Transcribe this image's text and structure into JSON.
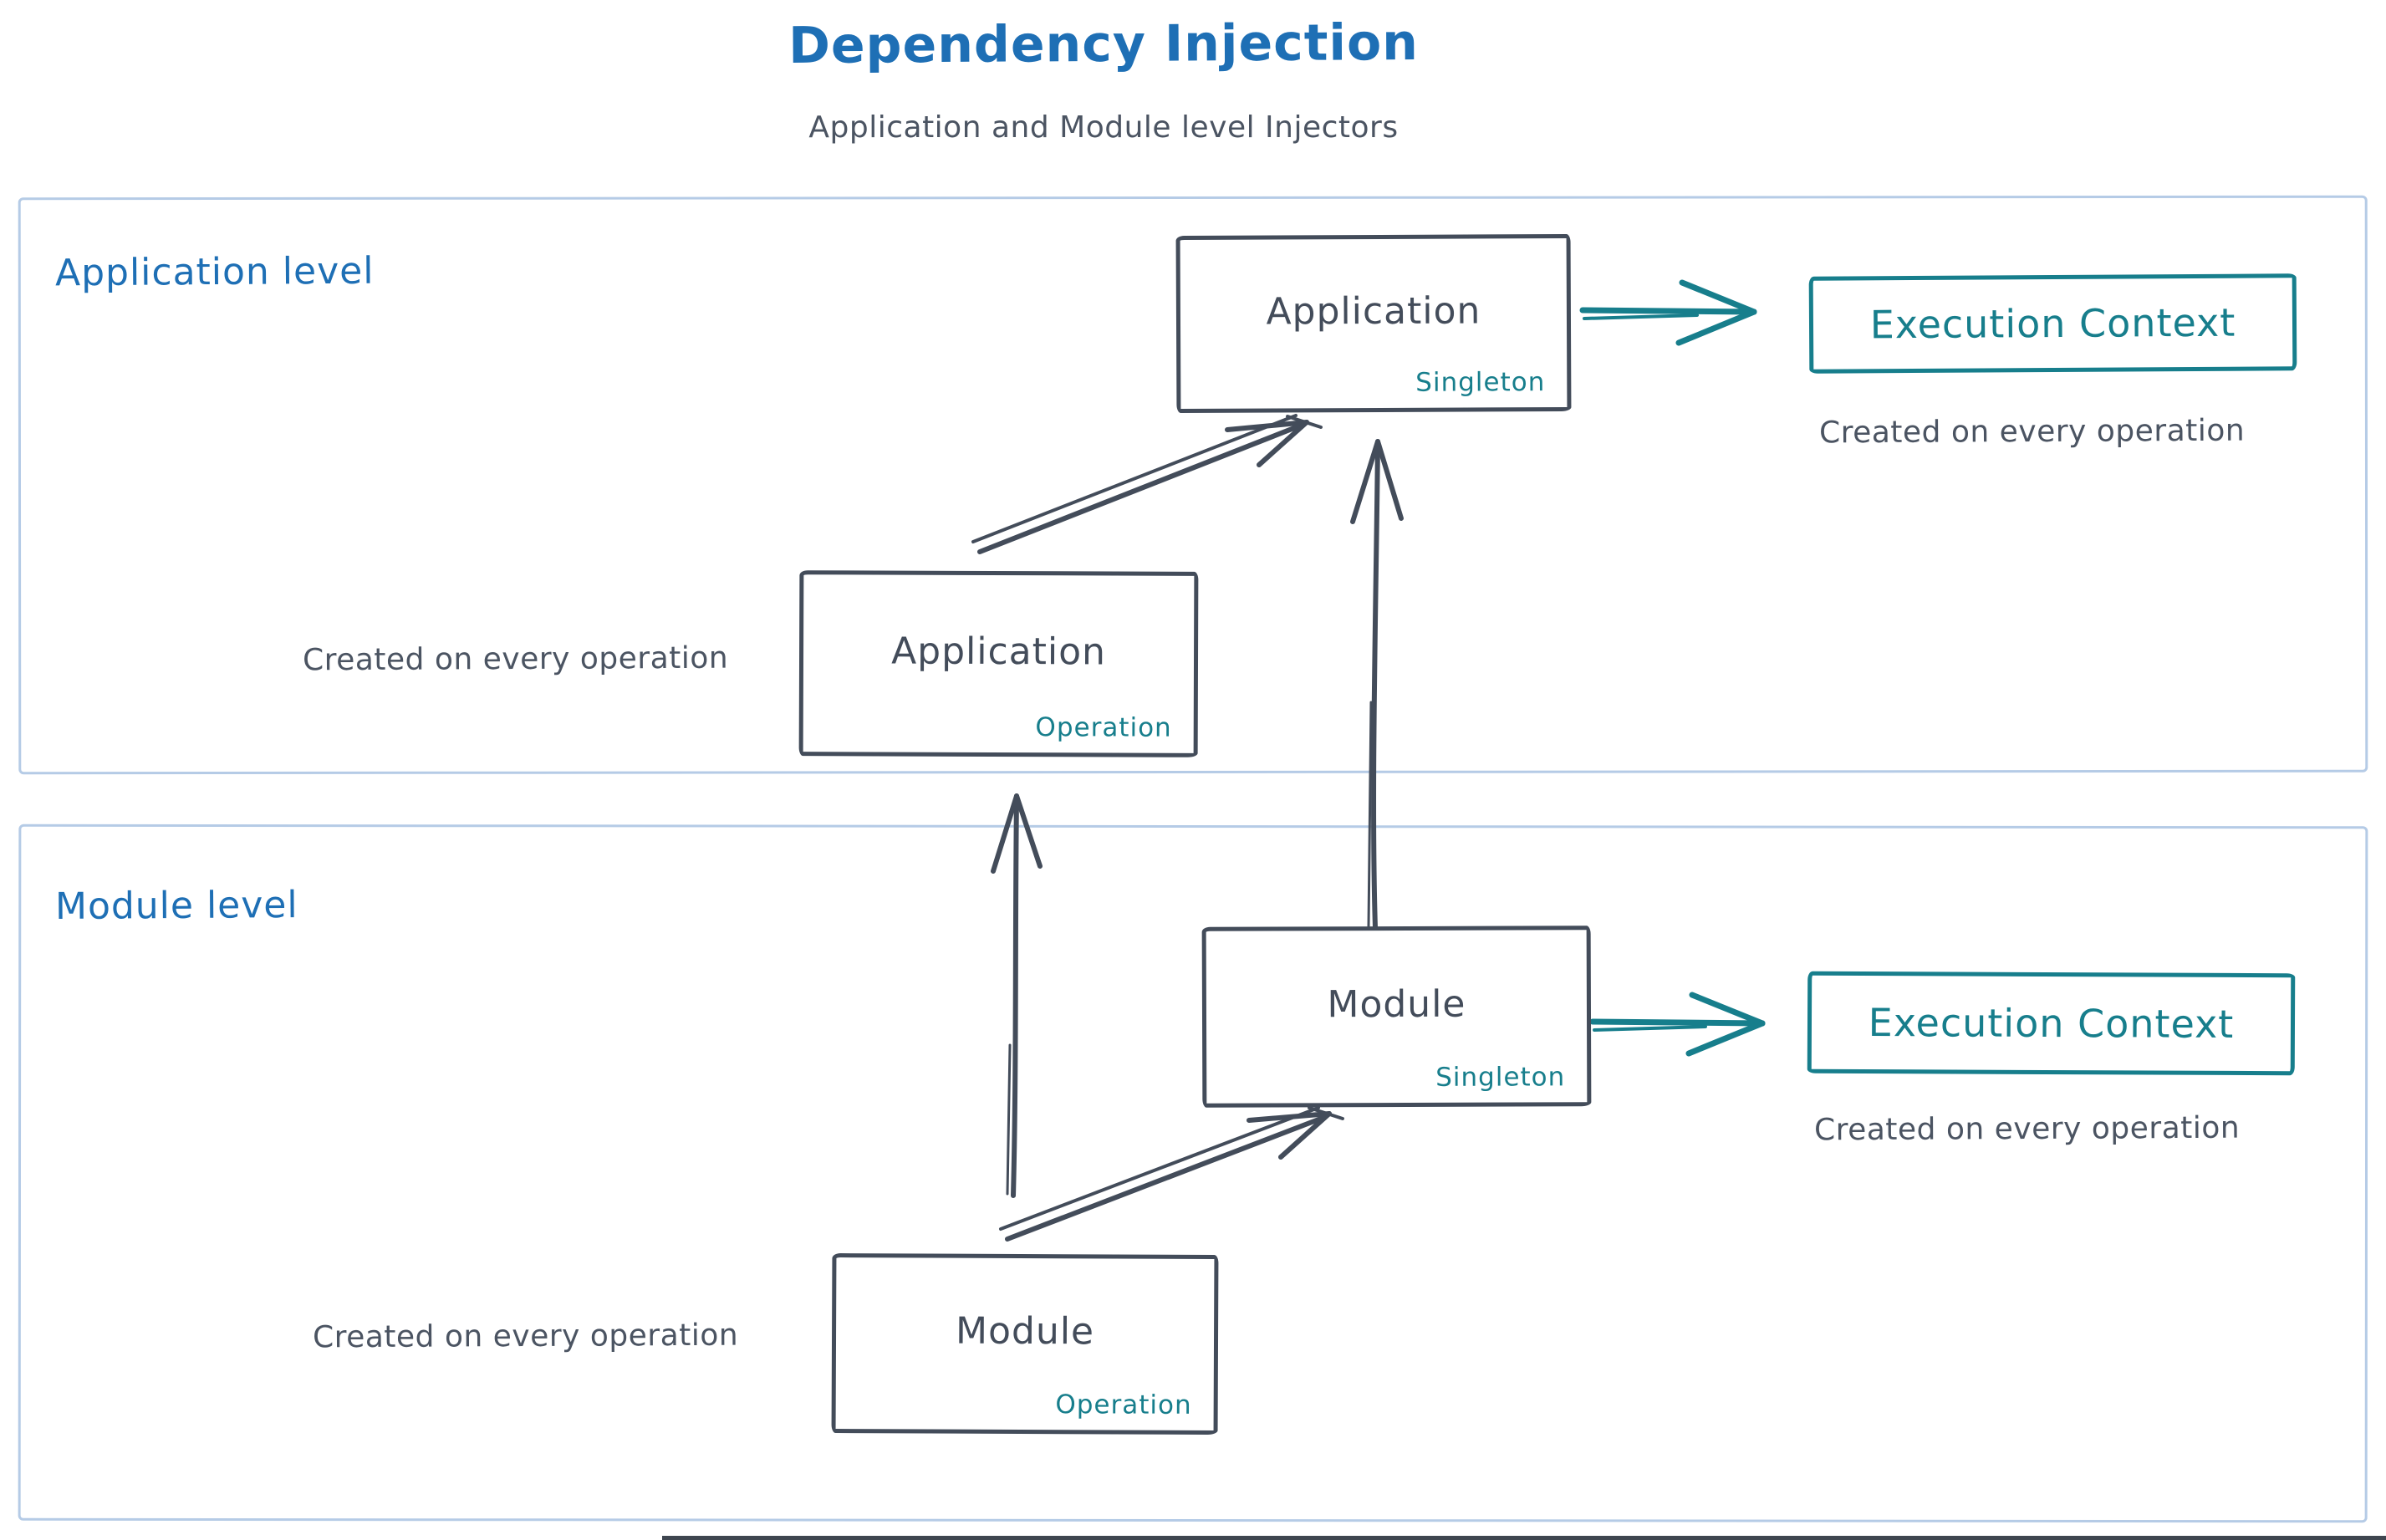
{
  "title": "Dependency Injection",
  "subtitle": "Application and Module level Injectors",
  "colors": {
    "blue": "#1e6fb5",
    "teal": "#177e8c",
    "dark": "#434c5a",
    "note": "#4b5462",
    "container-border": "#b5cbe6"
  },
  "levels": {
    "application": {
      "label": "Application level",
      "singleton": {
        "title": "Application",
        "scope": "Singleton"
      },
      "operation": {
        "title": "Application",
        "scope": "Operation"
      },
      "operation_note": "Created on every operation",
      "execution": {
        "title": "Execution Context",
        "note": "Created on every operation"
      }
    },
    "module": {
      "label": "Module level",
      "singleton": {
        "title": "Module",
        "scope": "Singleton"
      },
      "operation": {
        "title": "Module",
        "scope": "Operation"
      },
      "operation_note": "Created on every operation",
      "execution": {
        "title": "Execution Context",
        "note": "Created on every operation"
      }
    }
  }
}
